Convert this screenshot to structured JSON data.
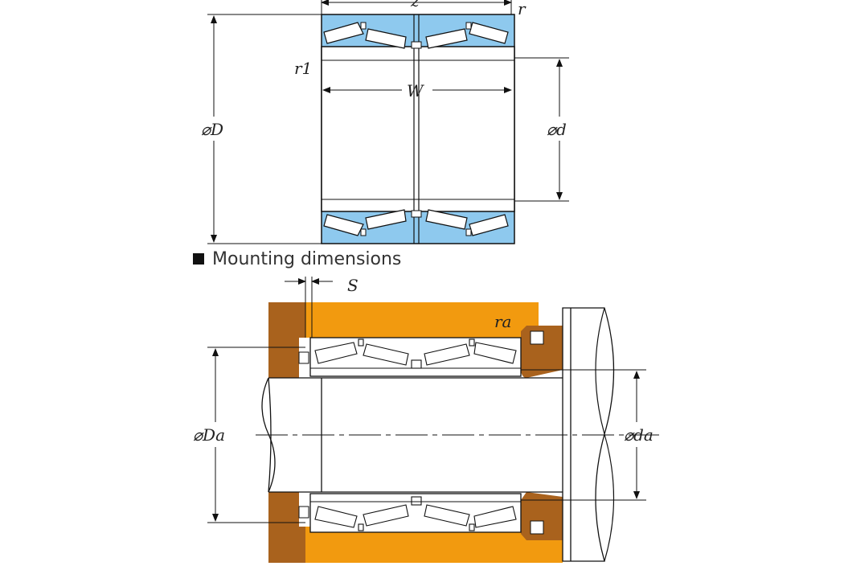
{
  "top_diagram": {
    "labels": {
      "width_total": "z",
      "chamfer_outer": "r",
      "chamfer_inner": "r1",
      "inner_width": "W",
      "outer_diameter": "⌀D",
      "bore_diameter": "⌀d"
    }
  },
  "section_title": "Mounting dimensions",
  "bottom_diagram": {
    "labels": {
      "spacing": "S",
      "fillet_radius": "ra",
      "housing_diameter": "⌀Da",
      "shaft_diameter": "⌀da"
    }
  },
  "colors": {
    "bearing_blue": "#8ec9ee",
    "housing_orange": "#f29a0f",
    "housing_brown": "#a9621d",
    "line": "#111111"
  }
}
